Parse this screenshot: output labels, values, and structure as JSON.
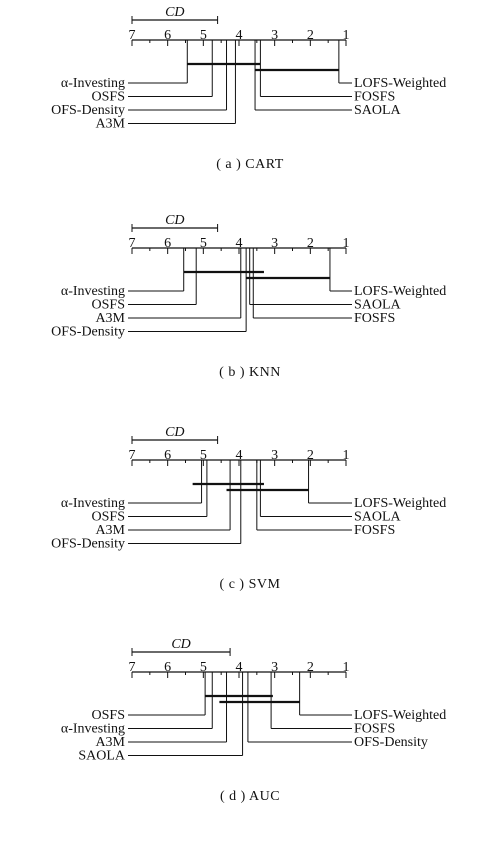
{
  "axis": {
    "ticks": [
      "7",
      "6",
      "5",
      "4",
      "3",
      "2",
      "1"
    ],
    "min": 1,
    "max": 7
  },
  "panels": [
    {
      "caption": "( a ) CART",
      "cd_label": "CD",
      "cd_value": 2.4,
      "left": [
        {
          "label": "α-Investing",
          "rank": 5.45
        },
        {
          "label": "OSFS",
          "rank": 4.75
        },
        {
          "label": "OFS-Density",
          "rank": 4.35
        },
        {
          "label": "A3M",
          "rank": 4.1
        }
      ],
      "right": [
        {
          "label": "LOFS-Weighted",
          "rank": 1.2
        },
        {
          "label": "FOSFS",
          "rank": 3.4
        },
        {
          "label": "SAOLA",
          "rank": 3.55
        }
      ],
      "cliques": [
        {
          "from": 5.45,
          "to": 3.4
        },
        {
          "from": 3.55,
          "to": 1.2
        }
      ]
    },
    {
      "caption": "( b ) KNN",
      "cd_label": "CD",
      "cd_value": 2.4,
      "left": [
        {
          "label": "α-Investing",
          "rank": 5.55
        },
        {
          "label": "OSFS",
          "rank": 5.2
        },
        {
          "label": "A3M",
          "rank": 3.95
        },
        {
          "label": "OFS-Density",
          "rank": 3.8
        }
      ],
      "right": [
        {
          "label": "LOFS-Weighted",
          "rank": 1.45
        },
        {
          "label": "SAOLA",
          "rank": 3.7
        },
        {
          "label": "FOSFS",
          "rank": 3.6
        }
      ],
      "cliques": [
        {
          "from": 5.55,
          "to": 3.3
        },
        {
          "from": 3.8,
          "to": 1.45
        }
      ]
    },
    {
      "caption": "( c ) SVM",
      "cd_label": "CD",
      "cd_value": 2.4,
      "left": [
        {
          "label": "α-Investing",
          "rank": 5.05
        },
        {
          "label": "OSFS",
          "rank": 4.9
        },
        {
          "label": "A3M",
          "rank": 4.25
        },
        {
          "label": "OFS-Density",
          "rank": 3.95
        }
      ],
      "right": [
        {
          "label": "LOFS-Weighted",
          "rank": 2.05
        },
        {
          "label": "SAOLA",
          "rank": 3.4
        },
        {
          "label": "FOSFS",
          "rank": 3.5
        }
      ],
      "cliques": [
        {
          "from": 5.3,
          "to": 3.3
        },
        {
          "from": 4.35,
          "to": 2.05
        }
      ]
    },
    {
      "caption": "( d ) AUC",
      "cd_label": "CD",
      "cd_value": 2.75,
      "left": [
        {
          "label": "OSFS",
          "rank": 4.95
        },
        {
          "label": "α-Investing",
          "rank": 4.75
        },
        {
          "label": "A3M",
          "rank": 4.35
        },
        {
          "label": "SAOLA",
          "rank": 3.9
        }
      ],
      "right": [
        {
          "label": "LOFS-Weighted",
          "rank": 2.3
        },
        {
          "label": "FOSFS",
          "rank": 3.1
        },
        {
          "label": "OFS-Density",
          "rank": 3.75
        }
      ],
      "cliques": [
        {
          "from": 4.95,
          "to": 3.05
        },
        {
          "from": 4.55,
          "to": 2.3
        }
      ]
    }
  ]
}
